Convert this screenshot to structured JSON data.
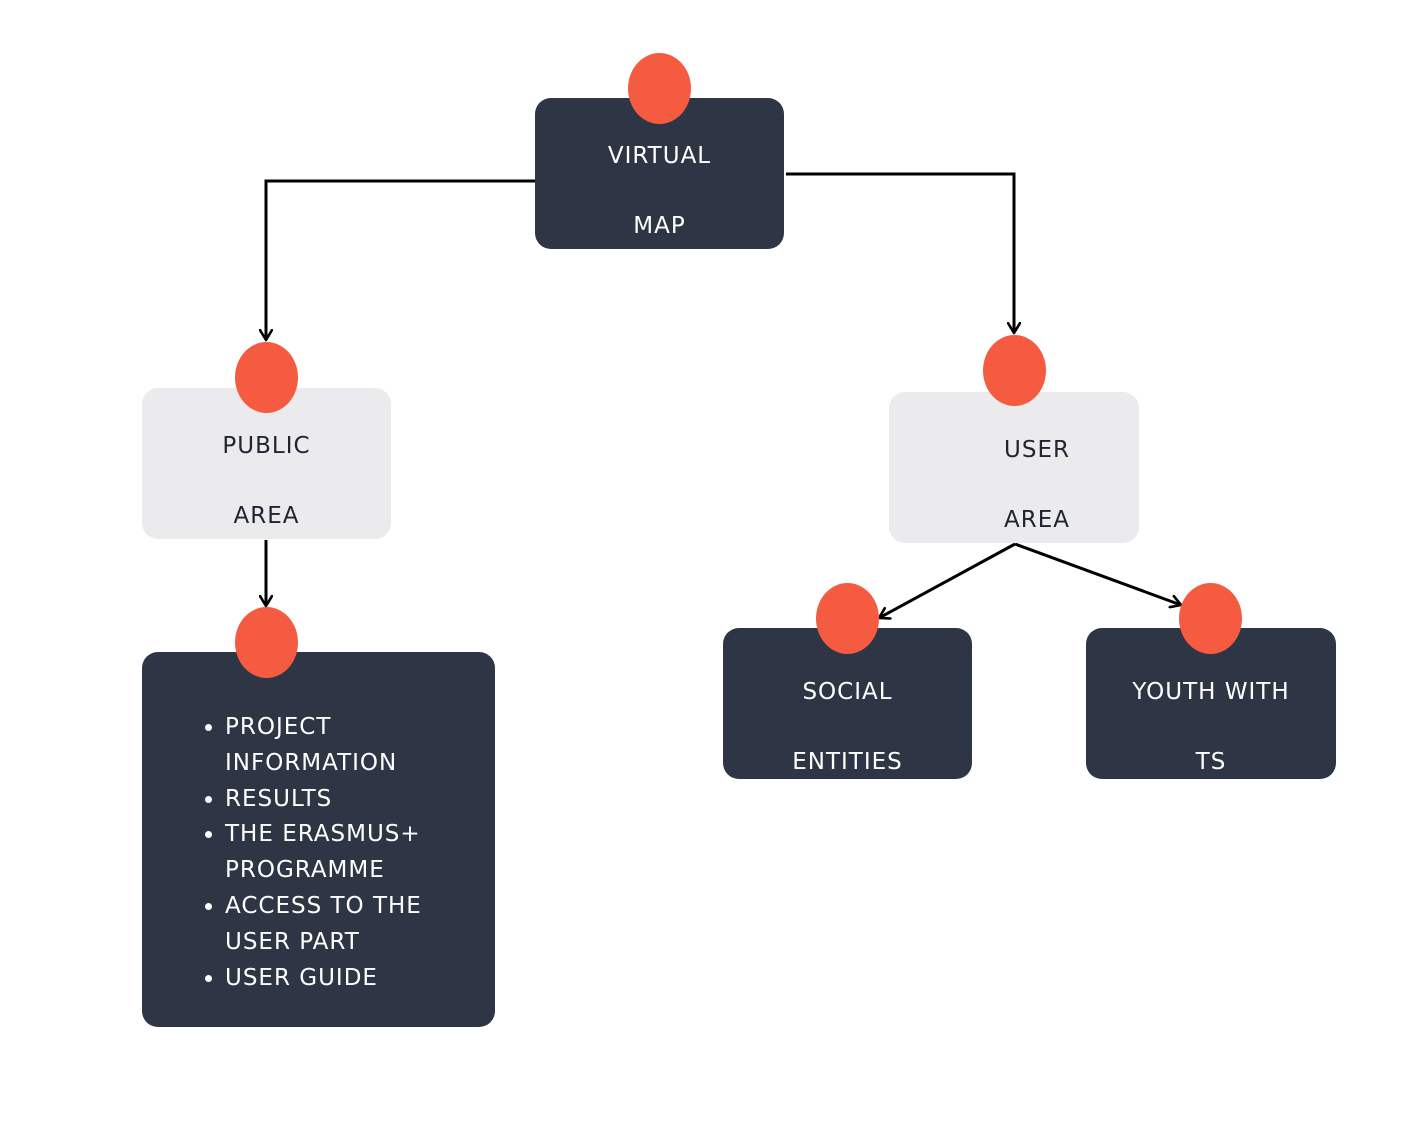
{
  "nodes": {
    "virtual_map": {
      "line1": "VIRTUAL",
      "line2": "MAP"
    },
    "public_area": {
      "line1": "PUBLIC",
      "line2": "AREA"
    },
    "user_area": {
      "line1": "USER",
      "line2": "AREA"
    },
    "social_entities": {
      "line1": "SOCIAL",
      "line2": "ENTITIES"
    },
    "youth_with_ts": {
      "line1": "YOUTH WITH",
      "line2": "TS"
    },
    "public_area_contents": {
      "items": [
        "PROJECT INFORMATION",
        "RESULTS",
        "THE ERASMUS+ PROGRAMME",
        "ACCESS TO THE USER PART",
        "USER GUIDE"
      ]
    }
  },
  "colors": {
    "dark_box": "#2e3545",
    "light_box": "#ebebed",
    "accent_dot": "#f55b41",
    "connector": "#000000"
  }
}
